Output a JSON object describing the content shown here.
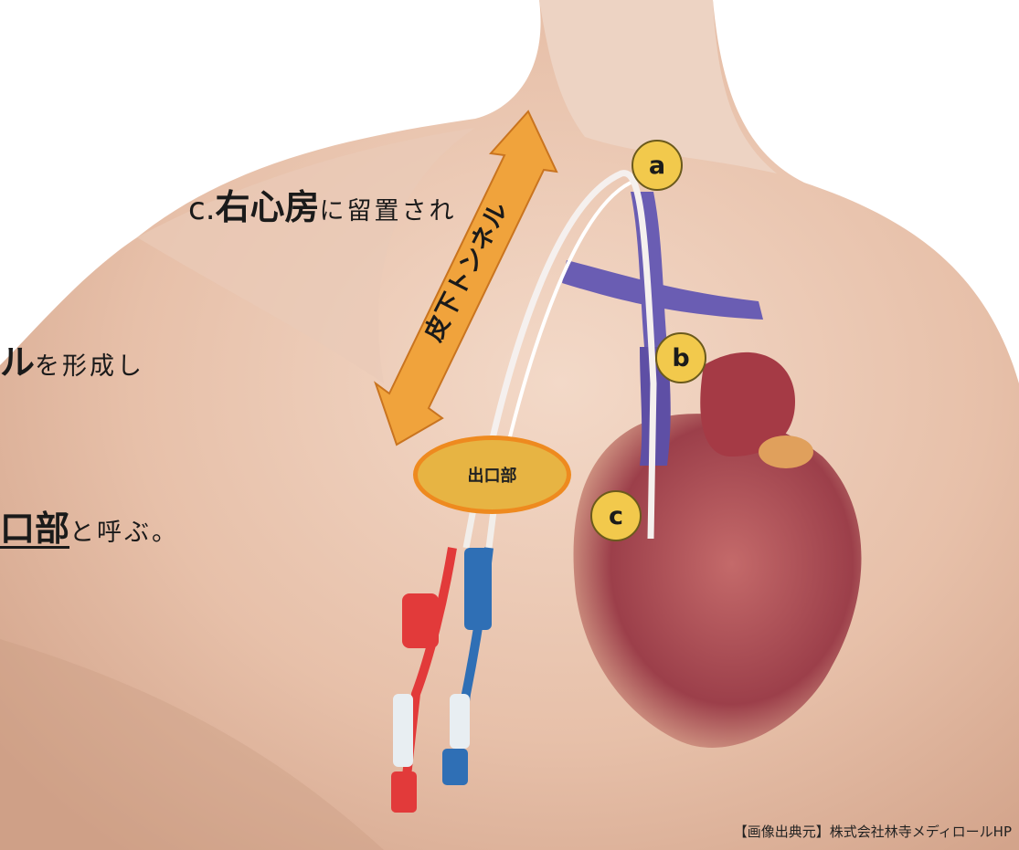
{
  "text": {
    "line1": {
      "prefix": "c.",
      "emphasis": "右心房",
      "suffix": "に留置され"
    },
    "line2": {
      "emphasis": "ル",
      "suffix": "を形成し"
    },
    "line3": {
      "emphasis": "口部",
      "suffix": "と呼ぶ。"
    }
  },
  "labels": {
    "a": "a",
    "b": "b",
    "c": "c",
    "exit_site": "出口部",
    "tunnel": "皮下トンネル"
  },
  "credit": "【画像出典元】株式会社林寺メディロールHP",
  "colors": {
    "badge_fill": "#f2c94c",
    "arrow_fill": "#f0a33c",
    "oval_border": "#ee8a1f",
    "catheter_red": "#e23a3a",
    "catheter_blue": "#2f6fb5",
    "vein": "#6a5db3"
  }
}
